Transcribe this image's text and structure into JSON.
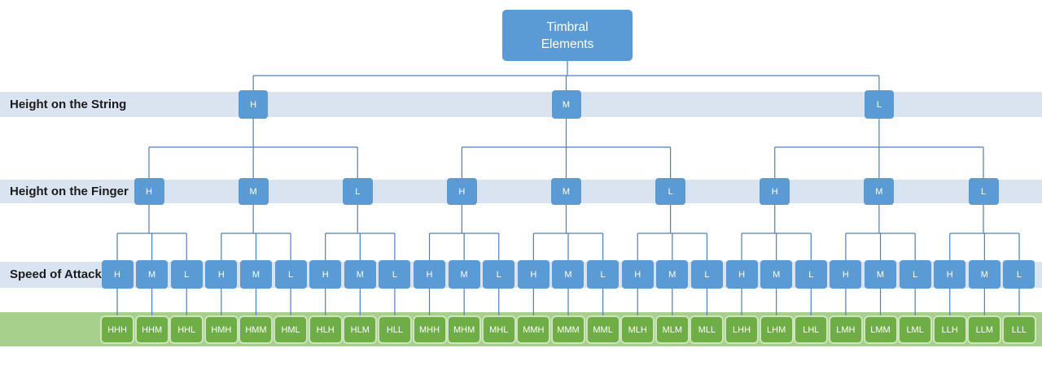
{
  "diagram": {
    "root": {
      "label": "Timbral Elements"
    },
    "levels": [
      {
        "name": "Height on the String",
        "nodes": [
          "H",
          "M",
          "L"
        ]
      },
      {
        "name": "Height on the Finger",
        "nodes": [
          "H",
          "M",
          "L",
          "H",
          "M",
          "L",
          "H",
          "M",
          "L"
        ]
      },
      {
        "name": "Speed of Attack",
        "nodes": [
          "H",
          "M",
          "L",
          "H",
          "M",
          "L",
          "H",
          "M",
          "L",
          "H",
          "M",
          "L",
          "H",
          "M",
          "L",
          "H",
          "M",
          "L",
          "H",
          "M",
          "L",
          "H",
          "M",
          "L",
          "H",
          "M",
          "L"
        ]
      },
      {
        "name": "",
        "nodes": [
          "HHH",
          "HHM",
          "HHL",
          "HMH",
          "HMM",
          "HML",
          "HLH",
          "HLM",
          "HLL",
          "MHH",
          "MHM",
          "MHL",
          "MMH",
          "MMM",
          "MML",
          "MLH",
          "MLM",
          "MLL",
          "LHH",
          "LHM",
          "LHL",
          "LMH",
          "LMM",
          "LML",
          "LLH",
          "LLM",
          "LLL"
        ]
      }
    ],
    "colors": {
      "node_blue": "#5B9BD5",
      "band_blue": "#DAE4F1",
      "leaf_green": "#6FAD47",
      "leaf_border": "#CDE4BC",
      "band_green": "#A8D08D",
      "connector": "#4E80B8",
      "label_text": "#1B1B1B",
      "node_text": "#FFFFFF"
    }
  }
}
